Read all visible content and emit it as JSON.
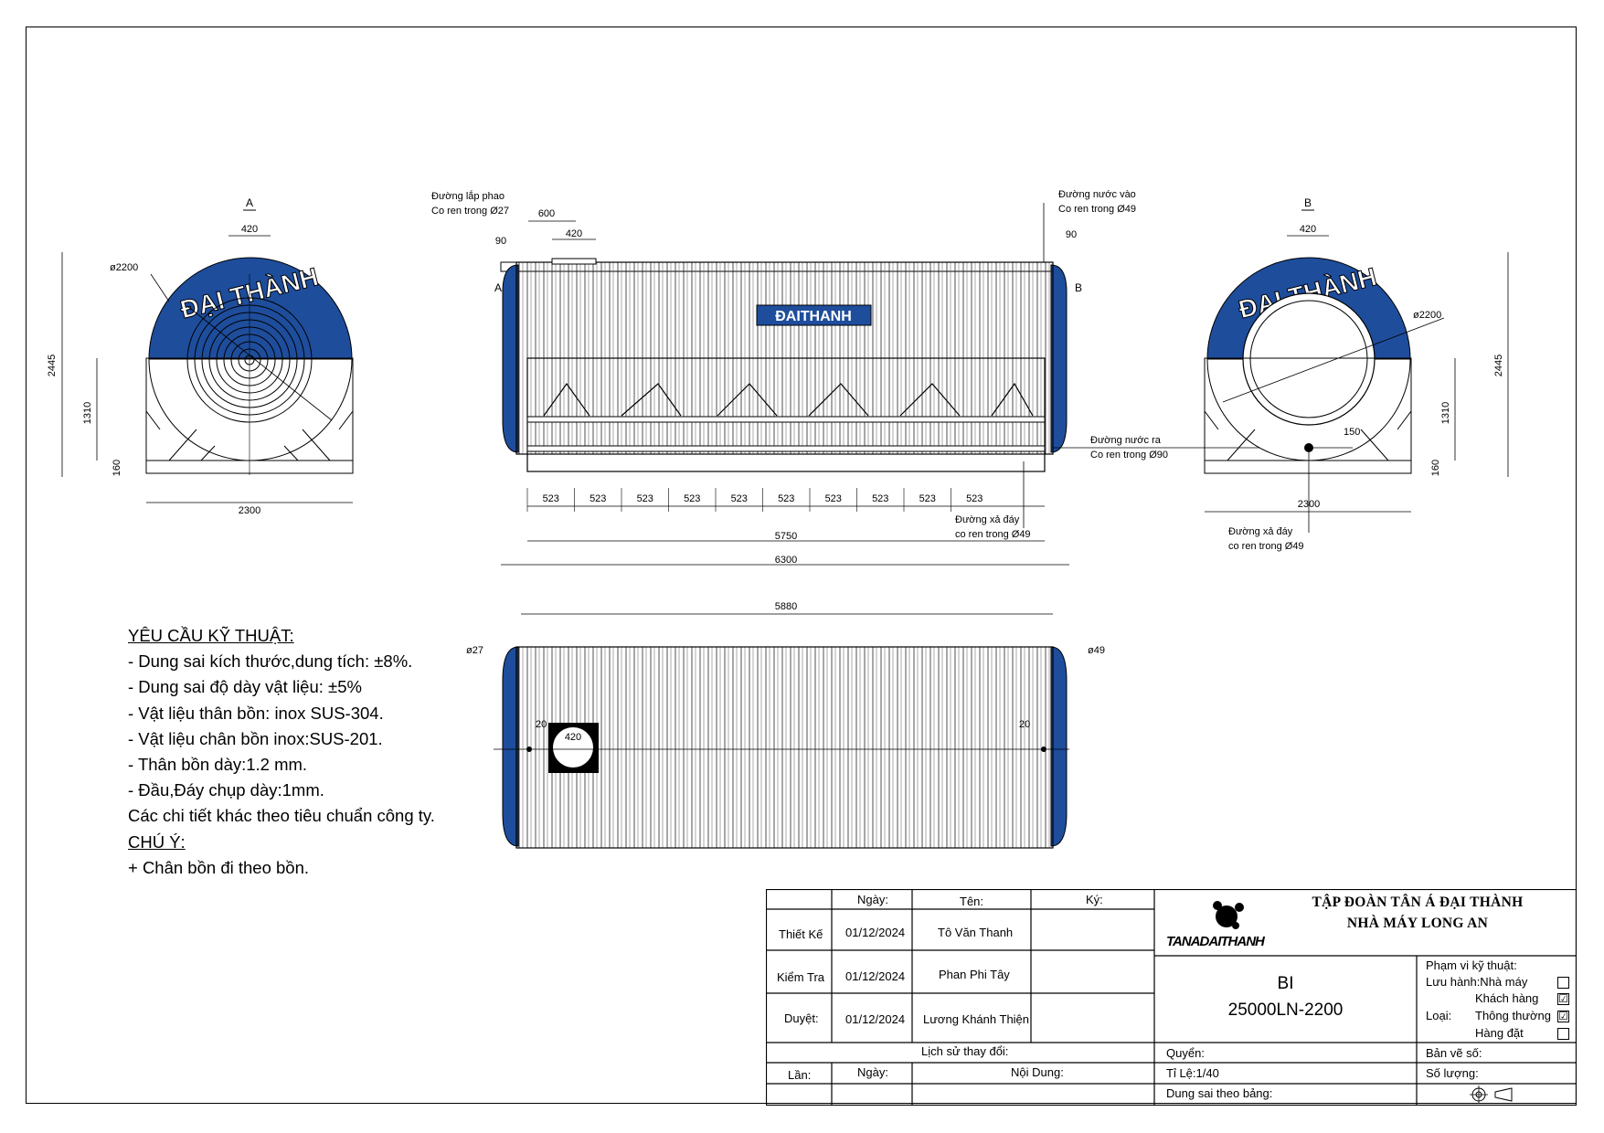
{
  "brand": {
    "plate": "ĐAITHANH",
    "arc": "ĐẠI THÀNH",
    "logo_text": "TANADAITHANH",
    "accent": "#1e4d9c"
  },
  "section_labels": {
    "a": "A",
    "b": "B"
  },
  "dims": {
    "end_width": "420",
    "height_total": "2445",
    "diameter": "ø2200",
    "leg_height": "1310",
    "base_height": "160",
    "base_width": "2300",
    "top_600": "600",
    "top_90_left": "90",
    "top_90_right": "90",
    "segment": "523",
    "frame_len": "5750",
    "total_len": "6300",
    "top_view_len": "5880",
    "outlet_offset": "150",
    "phi27": "ø27",
    "phi49": "ø49",
    "offset_20": "20"
  },
  "callouts": {
    "float_line_1": "Đường lắp phao",
    "float_line_2": "Co ren trong Ø27",
    "inlet_1": "Đường nước vào",
    "inlet_2": "Co ren trong Ø49",
    "outlet_1": "Đường nước ra",
    "outlet_2": "Co ren trong Ø90",
    "drain_1": "Đường xả đáy",
    "drain_2": "co ren trong Ø49"
  },
  "notes": {
    "heading": "YÊU CẦU KỸ THUẬT:",
    "lines": [
      "- Dung sai kích thước,dung tích: ±8%.",
      "- Dung sai độ dày vật liệu: ±5%",
      "- Vật liệu thân bồn: inox SUS-304.",
      "- Vật liệu chân bồn inox:SUS-201.",
      "- Thân bồn dày:1.2 mm.",
      "- Đầu,Đáy chụp dày:1mm.",
      "Các chi tiết khác theo tiêu chuẩn công ty."
    ],
    "caution_heading": "CHÚ Ý:",
    "caution_line": "+ Chân bồn đi theo bồn."
  },
  "title_block": {
    "col_date": "Ngày:",
    "col_name": "Tên:",
    "col_sign": "Ký:",
    "rows": [
      {
        "role": "Thiết Kế",
        "date": "01/12/2024",
        "name": "Tô Văn Thanh"
      },
      {
        "role": "Kiểm Tra",
        "date": "01/12/2024",
        "name": "Phan Phi Tây"
      },
      {
        "role": "Duyệt:",
        "date": "01/12/2024",
        "name": "Lương Khánh Thiện"
      }
    ],
    "history": "Lịch sử thay đổi:",
    "rev_lan": "Lần:",
    "rev_date": "Ngày:",
    "rev_content": "Nội Dung:",
    "company_1": "TẬP ĐOÀN TÂN Á ĐẠI THÀNH",
    "company_2": "NHÀ MÁY LONG AN",
    "product_1": "BI",
    "product_2": "25000LN-2200",
    "quyen": "Quyển:",
    "scale": "Tỉ Lệ:1/40",
    "tolerance": "Dung sai theo bảng:",
    "scope": "Phạm vi kỹ thuật:",
    "circ": "Lưu hành:Nhà máy",
    "circ_customer": "Khách hàng",
    "type": "Loại:",
    "type_normal": "Thông thường",
    "type_under": "Hàng đặt",
    "drawing_no": "Bản vẽ số:",
    "qty": "Số lượng:",
    "checked_customer": "☑",
    "checked_normal": "☑"
  }
}
